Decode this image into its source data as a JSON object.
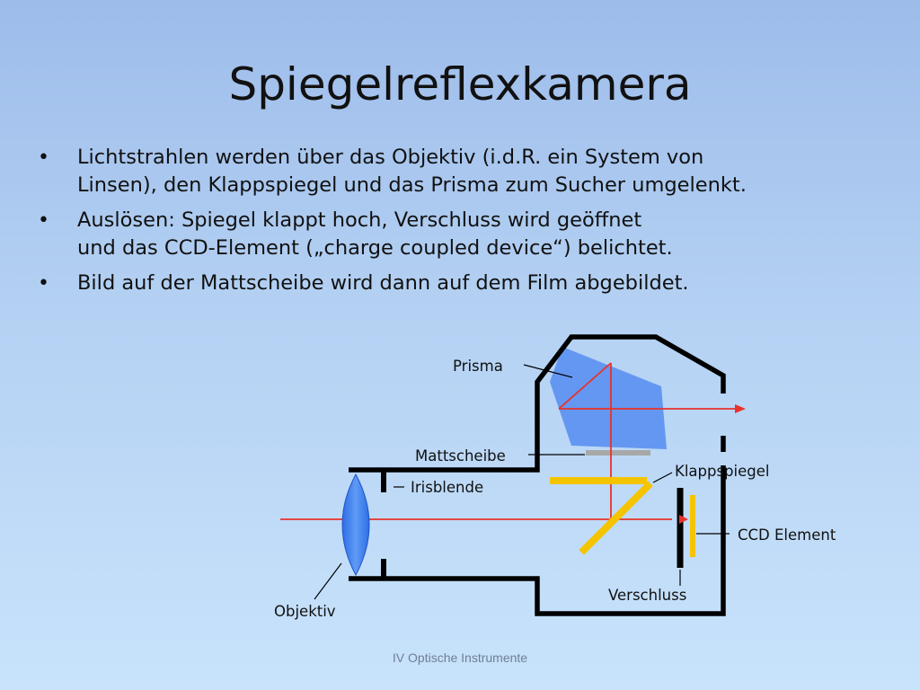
{
  "slide": {
    "title": "Spiegelreflexkamera",
    "bullets": [
      {
        "lines": [
          "Lichtstrahlen werden über das Objektiv (i.d.R. ein System von",
          "Linsen), den Klappspiegel und das Prisma zum Sucher umgelenkt."
        ]
      },
      {
        "lines": [
          "Auslösen: Spiegel klappt hoch, Verschluss wird geöffnet",
          "und das CCD-Element („charge coupled device“) belichtet."
        ]
      },
      {
        "lines": [
          "Bild auf der Mattscheibe wird dann auf dem Film abgebildet."
        ]
      }
    ],
    "footer": "IV Optische Instrumente"
  },
  "diagram": {
    "labels": {
      "prisma": "Prisma",
      "mattscheibe": "Mattscheibe",
      "klappspiegel": "Klappspiegel",
      "irisblende": "Irisblende",
      "ccd": "CCD Element",
      "verschluss": "Verschluss",
      "objektiv": "Objektiv"
    },
    "colors": {
      "body": "#000000",
      "prism": "#5b8fef",
      "lens": "#3a78ea",
      "ray": "#e8322a",
      "mirror": "#f5c400",
      "screen": "#a8a8a8"
    }
  }
}
